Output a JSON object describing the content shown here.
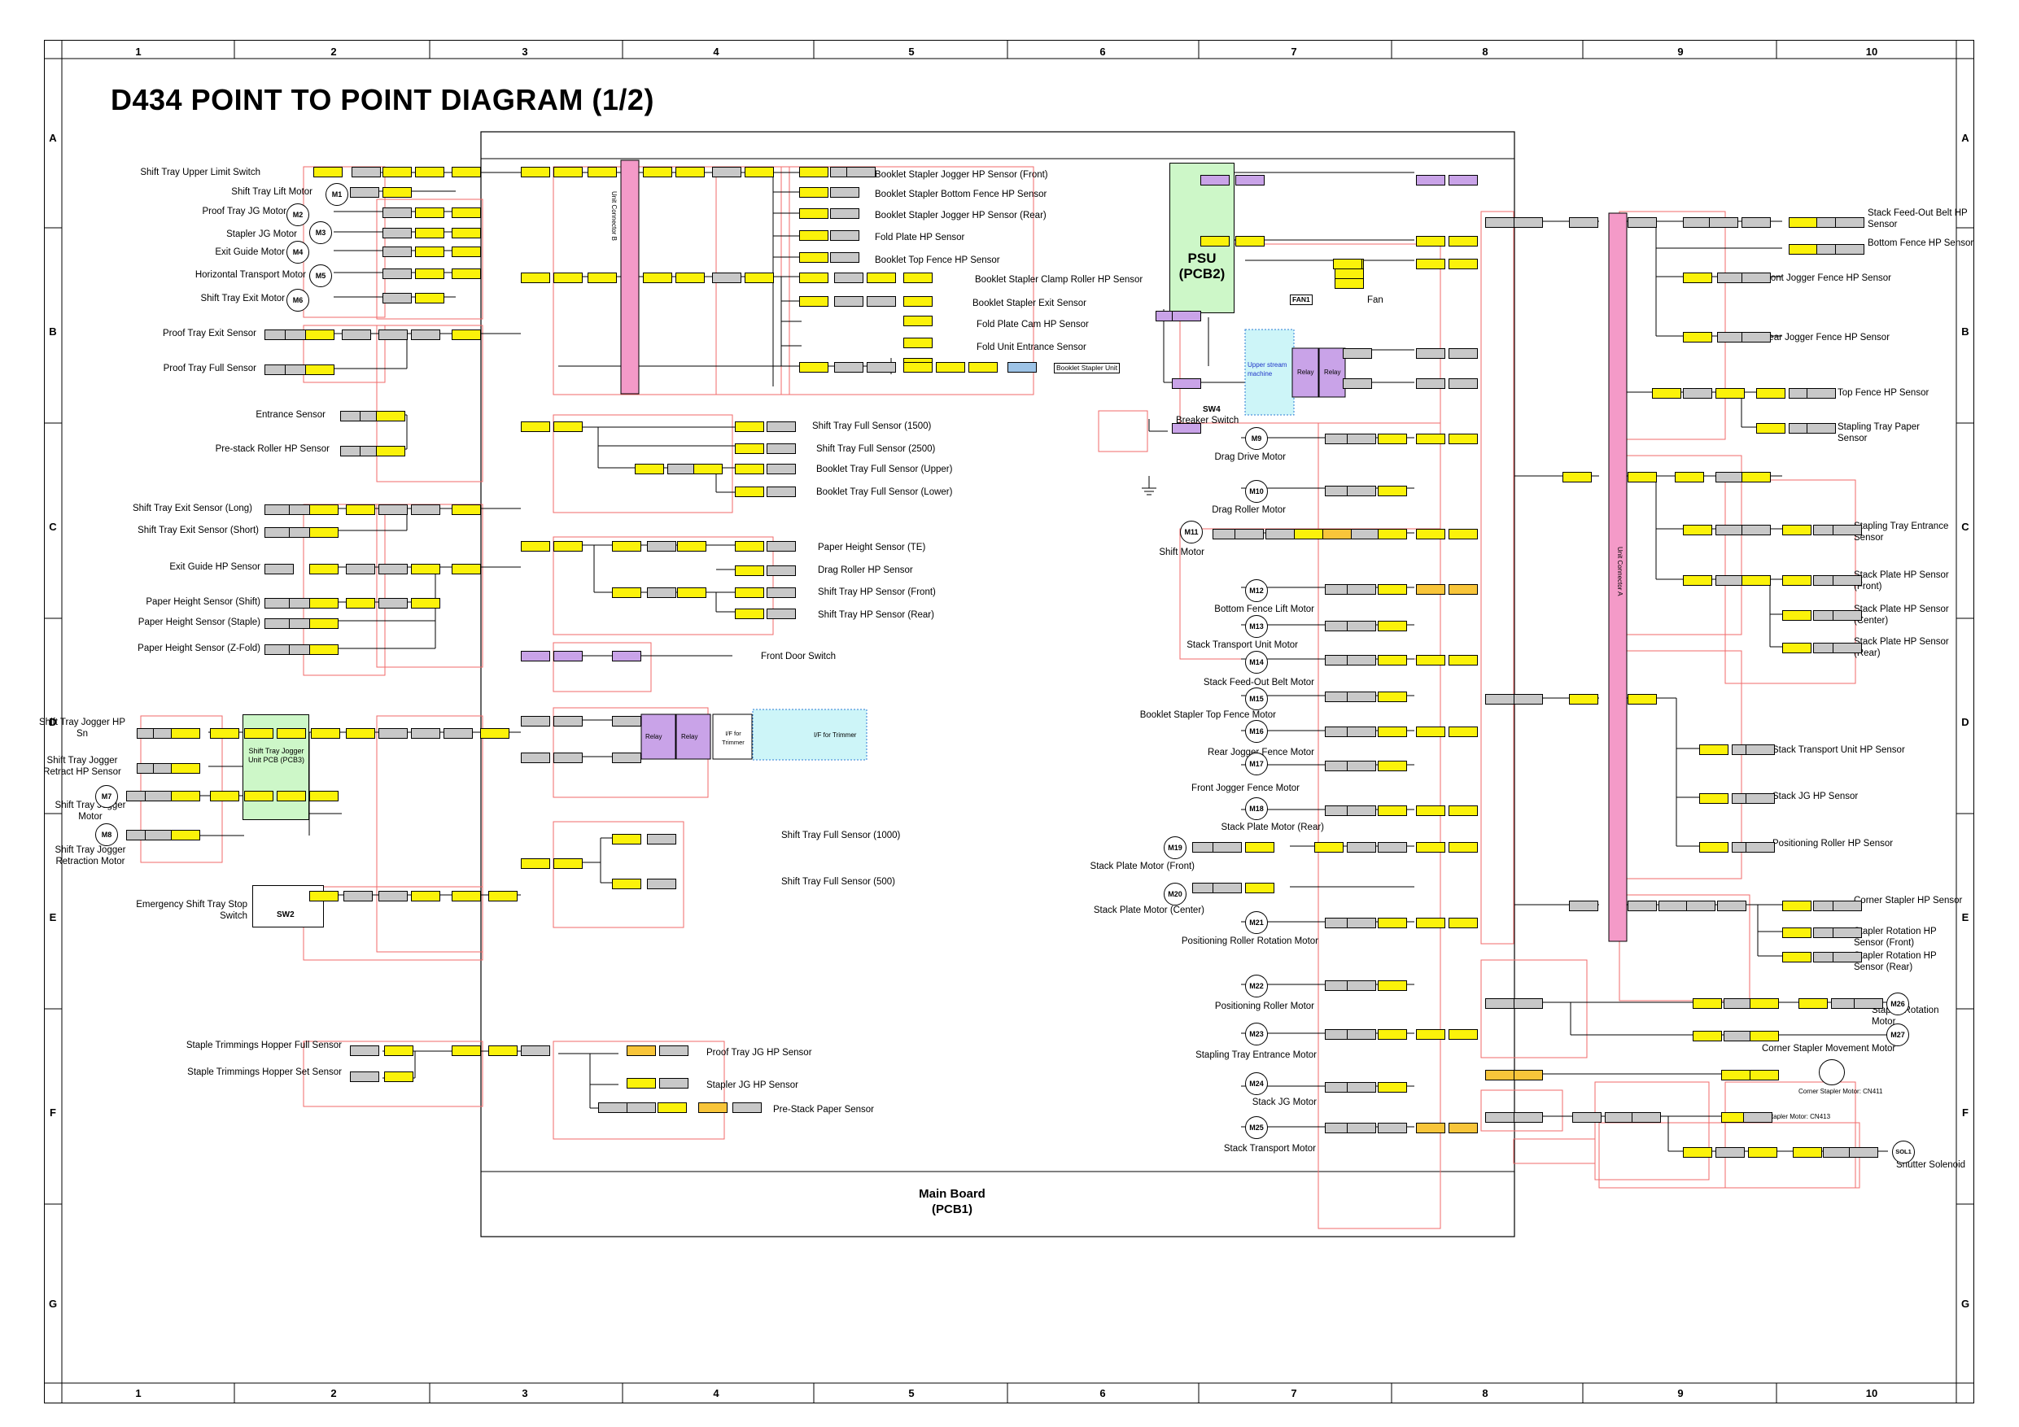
{
  "title": "D434 POINT TO POINT DIAGRAM (1/2)",
  "columns": [
    "1",
    "2",
    "3",
    "4",
    "5",
    "6",
    "7",
    "8",
    "9",
    "10"
  ],
  "rows": [
    "A",
    "B",
    "C",
    "D",
    "E",
    "F",
    "G"
  ],
  "boards": {
    "main_board": "Main Board",
    "main_board_id": "(PCB1)",
    "psu": "PSU",
    "psu_id": "(PCB2)",
    "jogger_unit": "Shift Tray Jogger Unit PCB (PCB3)",
    "unit_connector_b": "Unit Connector B",
    "unit_connector_a": "Unit Connector A",
    "relays": "Relay",
    "if_trimmer": "I/F for Trimmer",
    "if_trimmer_short": "I/F for Trimmer",
    "upstream": "Upper stream machine",
    "booklet_unit": "Booklet Stapler Unit",
    "corner_stapler": "Corner Stapler Motor: CN411",
    "corner_stapler_2": "Corner Stapler Motor: CN413",
    "fan_box": "FAN1",
    "fan": "Fan",
    "sw4": "SW4",
    "sw4_label": "Breaker Switch",
    "sw2": "SW2"
  },
  "left_components": [
    "Shift Tray Upper Limit Switch",
    "Shift Tray Lift Motor",
    "Proof Tray JG Motor",
    "Stapler JG Motor",
    "Exit Guide Motor",
    "Horizontal Transport Motor",
    "Shift Tray Exit Motor",
    "Proof Tray Exit Sensor",
    "Proof Tray Full Sensor",
    "Entrance Sensor",
    "Pre-stack Roller HP Sensor",
    "Shift Tray Exit Sensor (Long)",
    "Shift Tray Exit Sensor (Short)",
    "Exit Guide HP Sensor",
    "Paper Height Sensor (Shift)",
    "Paper Height Sensor (Staple)",
    "Paper Height Sensor (Z-Fold)",
    "Shift Tray Jogger HP Sn",
    "Shift Tray Jogger Retract HP Sensor",
    "Shift Tray Jogger Motor",
    "Shift Tray Jogger Retraction Motor",
    "Emergency Shift Tray Stop Switch",
    "Staple Trimmings Hopper Full Sensor",
    "Staple Trimmings Hopper Set Sensor"
  ],
  "middle_components": [
    "Booklet Stapler Jogger HP Sensor (Front)",
    "Booklet Stapler Bottom Fence HP Sensor",
    "Booklet Stapler Jogger HP Sensor (Rear)",
    "Fold Plate HP Sensor",
    "Booklet Top Fence HP Sensor",
    "Booklet Stapler Clamp Roller HP Sensor",
    "Booklet Stapler Exit Sensor",
    "Fold Plate Cam HP Sensor",
    "Fold Unit Entrance Sensor",
    "Shift Tray Full Sensor (1500)",
    "Shift Tray Full Sensor (2500)",
    "Booklet Tray Full Sensor (Upper)",
    "Booklet Tray Full Sensor (Lower)",
    "Paper Height Sensor (TE)",
    "Drag Roller HP Sensor",
    "Shift Tray HP Sensor (Front)",
    "Shift Tray HP Sensor (Rear)",
    "Front Door Switch",
    "Shift Tray Full Sensor (1000)",
    "Shift Tray Full Sensor (500)",
    "Proof Tray JG HP Sensor",
    "Stapler JG HP Sensor",
    "Pre-Stack Paper Sensor"
  ],
  "right_motors": [
    "Drag Drive Motor",
    "Drag Roller Motor",
    "Shift Motor",
    "Bottom Fence Lift Motor",
    "Stack Transport Unit Motor",
    "Stack Feed-Out Belt Motor",
    "Booklet Stapler Top Fence Motor",
    "Rear Jogger Fence Motor",
    "Front Jogger Fence Motor",
    "Stack Plate Motor (Rear)",
    "Stack Plate Motor (Front)",
    "Stack Plate Motor (Center)",
    "Positioning Roller Rotation Motor",
    "Positioning Roller Motor",
    "Stapling Tray Entrance Motor",
    "Stack JG Motor",
    "Stack Transport Motor"
  ],
  "far_right_components": [
    "Stack Feed-Out Belt HP Sensor",
    "Bottom Fence HP Sensor",
    "Front Jogger Fence HP Sensor",
    "Rear Jogger Fence HP Sensor",
    "Top Fence HP Sensor",
    "Stapling Tray Paper Sensor",
    "Stapling Tray Entrance Sensor",
    "Stack Plate HP Sensor (Front)",
    "Stack Plate HP Sensor (Center)",
    "Stack Plate HP Sensor (Rear)",
    "Stack Transport Unit HP Sensor",
    "Stack JG HP Sensor",
    "Positioning Roller HP Sensor",
    "Corner Stapler HP Sensor",
    "Stapler Rotation HP Sensor (Front)",
    "Stapler Rotation HP Sensor (Rear)",
    "Stapler Rotation Motor",
    "Corner Stapler Movement Motor",
    "Shutter Solenoid"
  ],
  "colors": {
    "connector_yellow": "#fbf20a",
    "connector_orange": "#f8c53a",
    "connector_purple": "#c9a3e8",
    "unit_connector": "#f49ac8",
    "psu": "#cdf7c8",
    "jogger_pcb": "#cdf7c8",
    "code_red": "#d81e1e",
    "num_blue": "#2035c8"
  }
}
